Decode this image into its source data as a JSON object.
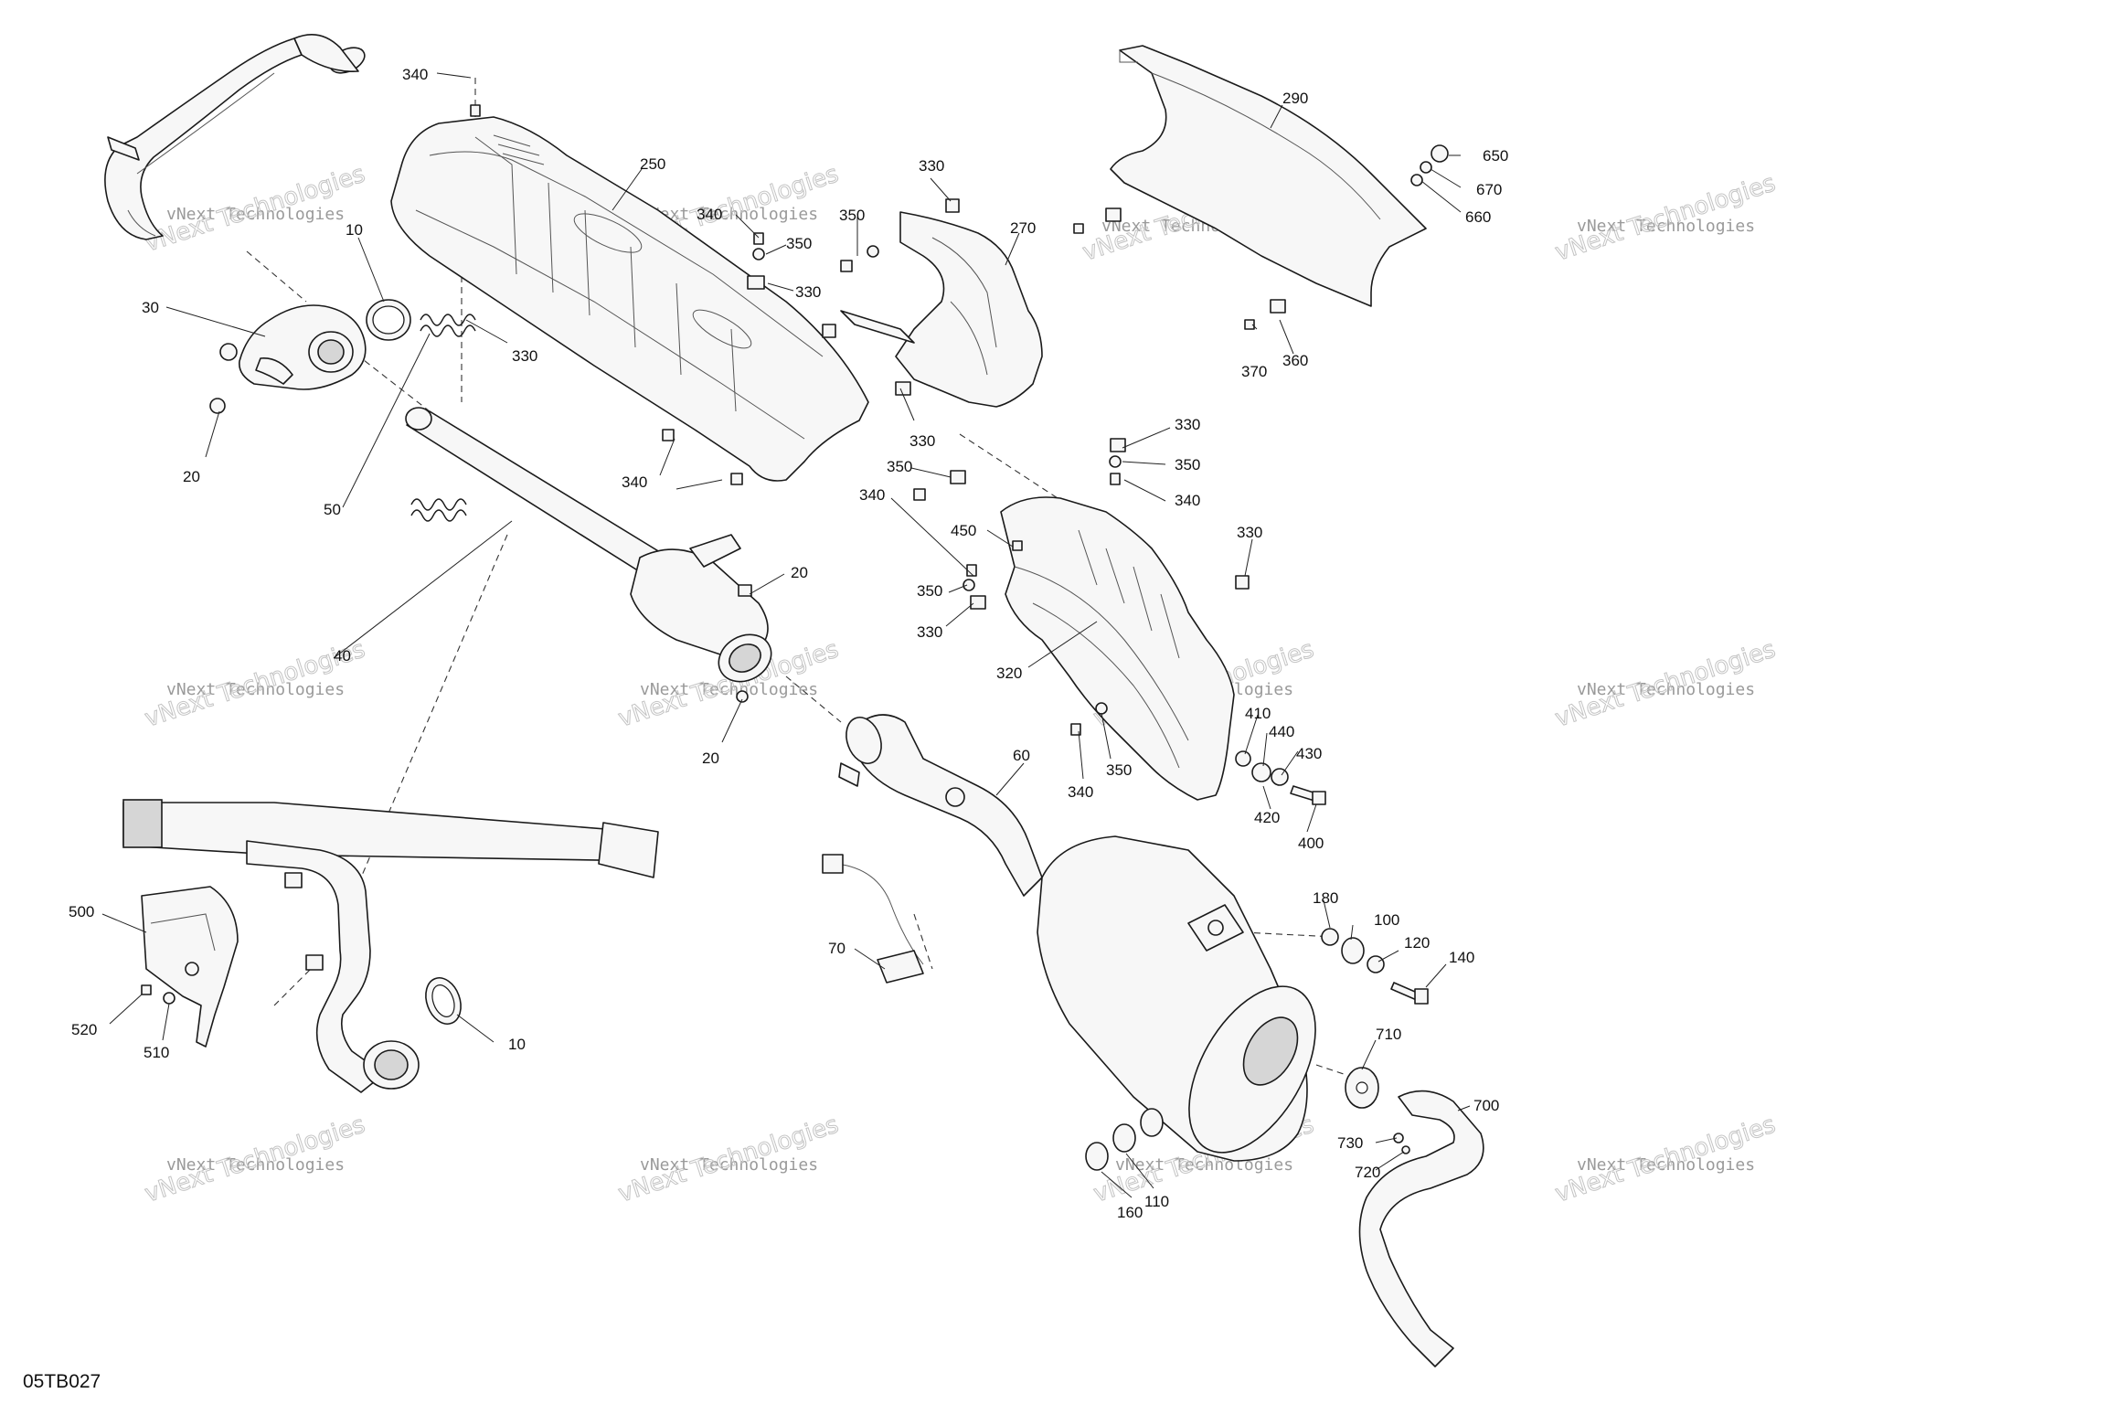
{
  "figure_code": "05TB027",
  "watermark": {
    "line1": "vNext Technologies",
    "line2": "vNext Technologies"
  },
  "callouts": [
    "340",
    "250",
    "10",
    "340",
    "350",
    "330",
    "330",
    "350",
    "270",
    "290",
    "650",
    "670",
    "660",
    "30",
    "330",
    "20",
    "50",
    "340",
    "330",
    "330",
    "350",
    "340",
    "350",
    "340",
    "450",
    "330",
    "20",
    "350",
    "330",
    "320",
    "360",
    "370",
    "40",
    "20",
    "60",
    "410",
    "440",
    "430",
    "340",
    "350",
    "420",
    "400",
    "500",
    "70",
    "180",
    "100",
    "120",
    "140",
    "520",
    "510",
    "10",
    "710",
    "700",
    "730",
    "720",
    "160",
    "110"
  ]
}
